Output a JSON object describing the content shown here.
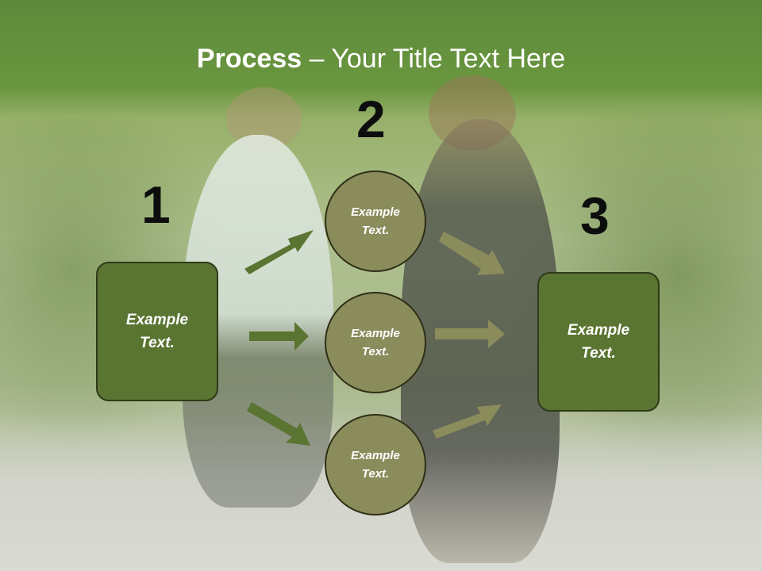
{
  "slide": {
    "title_bold": "Process",
    "title_rest": " – Your Title Text Here",
    "steps": [
      {
        "number": "1",
        "box_text": "Example\nText."
      },
      {
        "number": "2"
      },
      {
        "number": "3",
        "box_text": "Example\nText."
      }
    ],
    "circles": [
      {
        "text": "Example\nText."
      },
      {
        "text": "Example\nText."
      },
      {
        "text": "Example\nText."
      }
    ]
  },
  "colors": {
    "box_fill": "#5a7432",
    "circle_fill": "#8b8c5c",
    "arrow_left": "#5a7432",
    "arrow_right": "#8b8c5c",
    "header_green": "#5d8a3a"
  },
  "icons": {
    "arrows": "right-arrow-icon"
  }
}
